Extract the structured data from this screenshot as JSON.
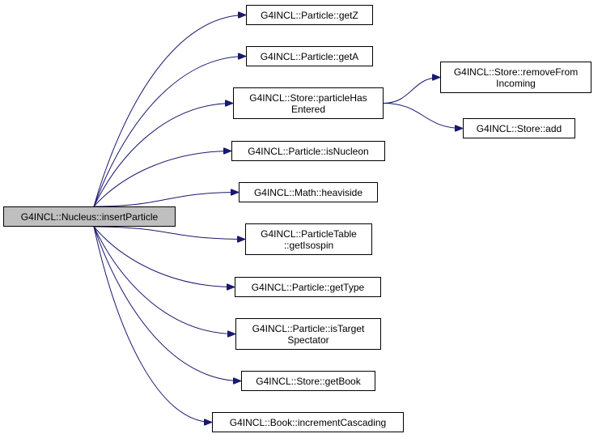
{
  "root": {
    "label": "G4INCL::Nucleus::insertParticle"
  },
  "nodes": [
    {
      "id": "getZ",
      "lines": [
        "G4INCL::Particle::getZ"
      ]
    },
    {
      "id": "getA",
      "lines": [
        "G4INCL::Particle::getA"
      ]
    },
    {
      "id": "particleHasEntered",
      "lines": [
        "G4INCL::Store::particleHas",
        "Entered"
      ]
    },
    {
      "id": "isNucleon",
      "lines": [
        "G4INCL::Particle::isNucleon"
      ]
    },
    {
      "id": "heaviside",
      "lines": [
        "G4INCL::Math::heaviside"
      ]
    },
    {
      "id": "getIsospin",
      "lines": [
        "G4INCL::ParticleTable",
        "::getIsospin"
      ]
    },
    {
      "id": "getType",
      "lines": [
        "G4INCL::Particle::getType"
      ]
    },
    {
      "id": "isTargetSpectator",
      "lines": [
        "G4INCL::Particle::isTarget",
        "Spectator"
      ]
    },
    {
      "id": "getBook",
      "lines": [
        "G4INCL::Store::getBook"
      ]
    },
    {
      "id": "incrementCascading",
      "lines": [
        "G4INCL::Book::incrementCascading"
      ]
    },
    {
      "id": "removeFromIncoming",
      "lines": [
        "G4INCL::Store::removeFrom",
        "Incoming"
      ]
    },
    {
      "id": "add",
      "lines": [
        "G4INCL::Store::add"
      ]
    }
  ],
  "edges": [
    [
      "root",
      "getZ"
    ],
    [
      "root",
      "getA"
    ],
    [
      "root",
      "particleHasEntered"
    ],
    [
      "root",
      "isNucleon"
    ],
    [
      "root",
      "heaviside"
    ],
    [
      "root",
      "getIsospin"
    ],
    [
      "root",
      "getType"
    ],
    [
      "root",
      "isTargetSpectator"
    ],
    [
      "root",
      "getBook"
    ],
    [
      "root",
      "incrementCascading"
    ],
    [
      "particleHasEntered",
      "removeFromIncoming"
    ],
    [
      "particleHasEntered",
      "add"
    ]
  ],
  "colors": {
    "edge": "#191970",
    "node_border": "#000000",
    "root_fill": "#bfbfbf"
  }
}
